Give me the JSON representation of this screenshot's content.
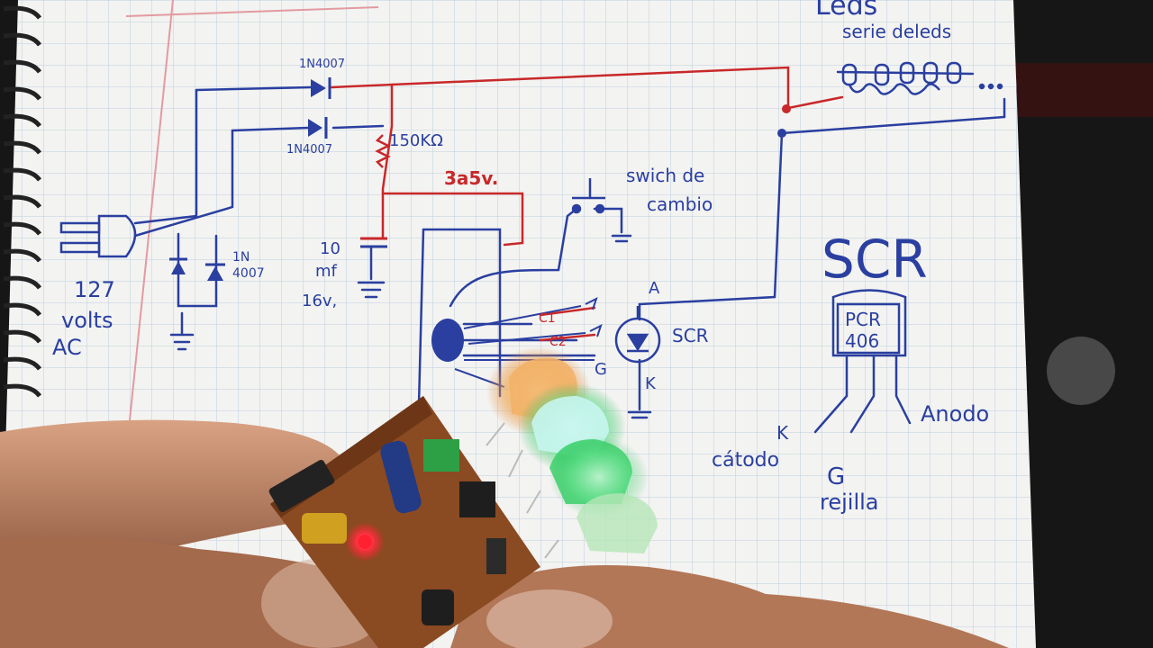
{
  "notes": {
    "top_right_a": "Leds",
    "top_right_b": "serie deleds",
    "diode_top": "1N4007",
    "diode_mid": "1N4007",
    "resistor": "150KΩ",
    "voltage": "3a5v.",
    "switch_a": "swich de",
    "switch_b": "cambio",
    "bridge_a": "1N",
    "bridge_b": "4007",
    "ac_a": "127",
    "ac_b": "volts",
    "ac_c": "AC",
    "cap_a": "10",
    "cap_b": "mf",
    "cap_c": "16v,",
    "c1": "C1",
    "c2": "C2",
    "gate_g": "G",
    "anode_a": "A",
    "cathode_k": "K",
    "scr_small": "SCR",
    "scr_big": "SCR",
    "chip_a": "PCR",
    "chip_b": "406",
    "pin_k": "K",
    "pin_catodo": "cátodo",
    "pin_anodo": "Anodo",
    "pin_g": "G",
    "pin_rejilla": "rejilla"
  },
  "colors": {
    "ink_blue": "#2a3fa0",
    "ink_red": "#c8282a",
    "grid": "#b9cde0",
    "paper": "#f4f4f2",
    "skin": "#c98f6a",
    "pcb": "#8a4a22"
  }
}
